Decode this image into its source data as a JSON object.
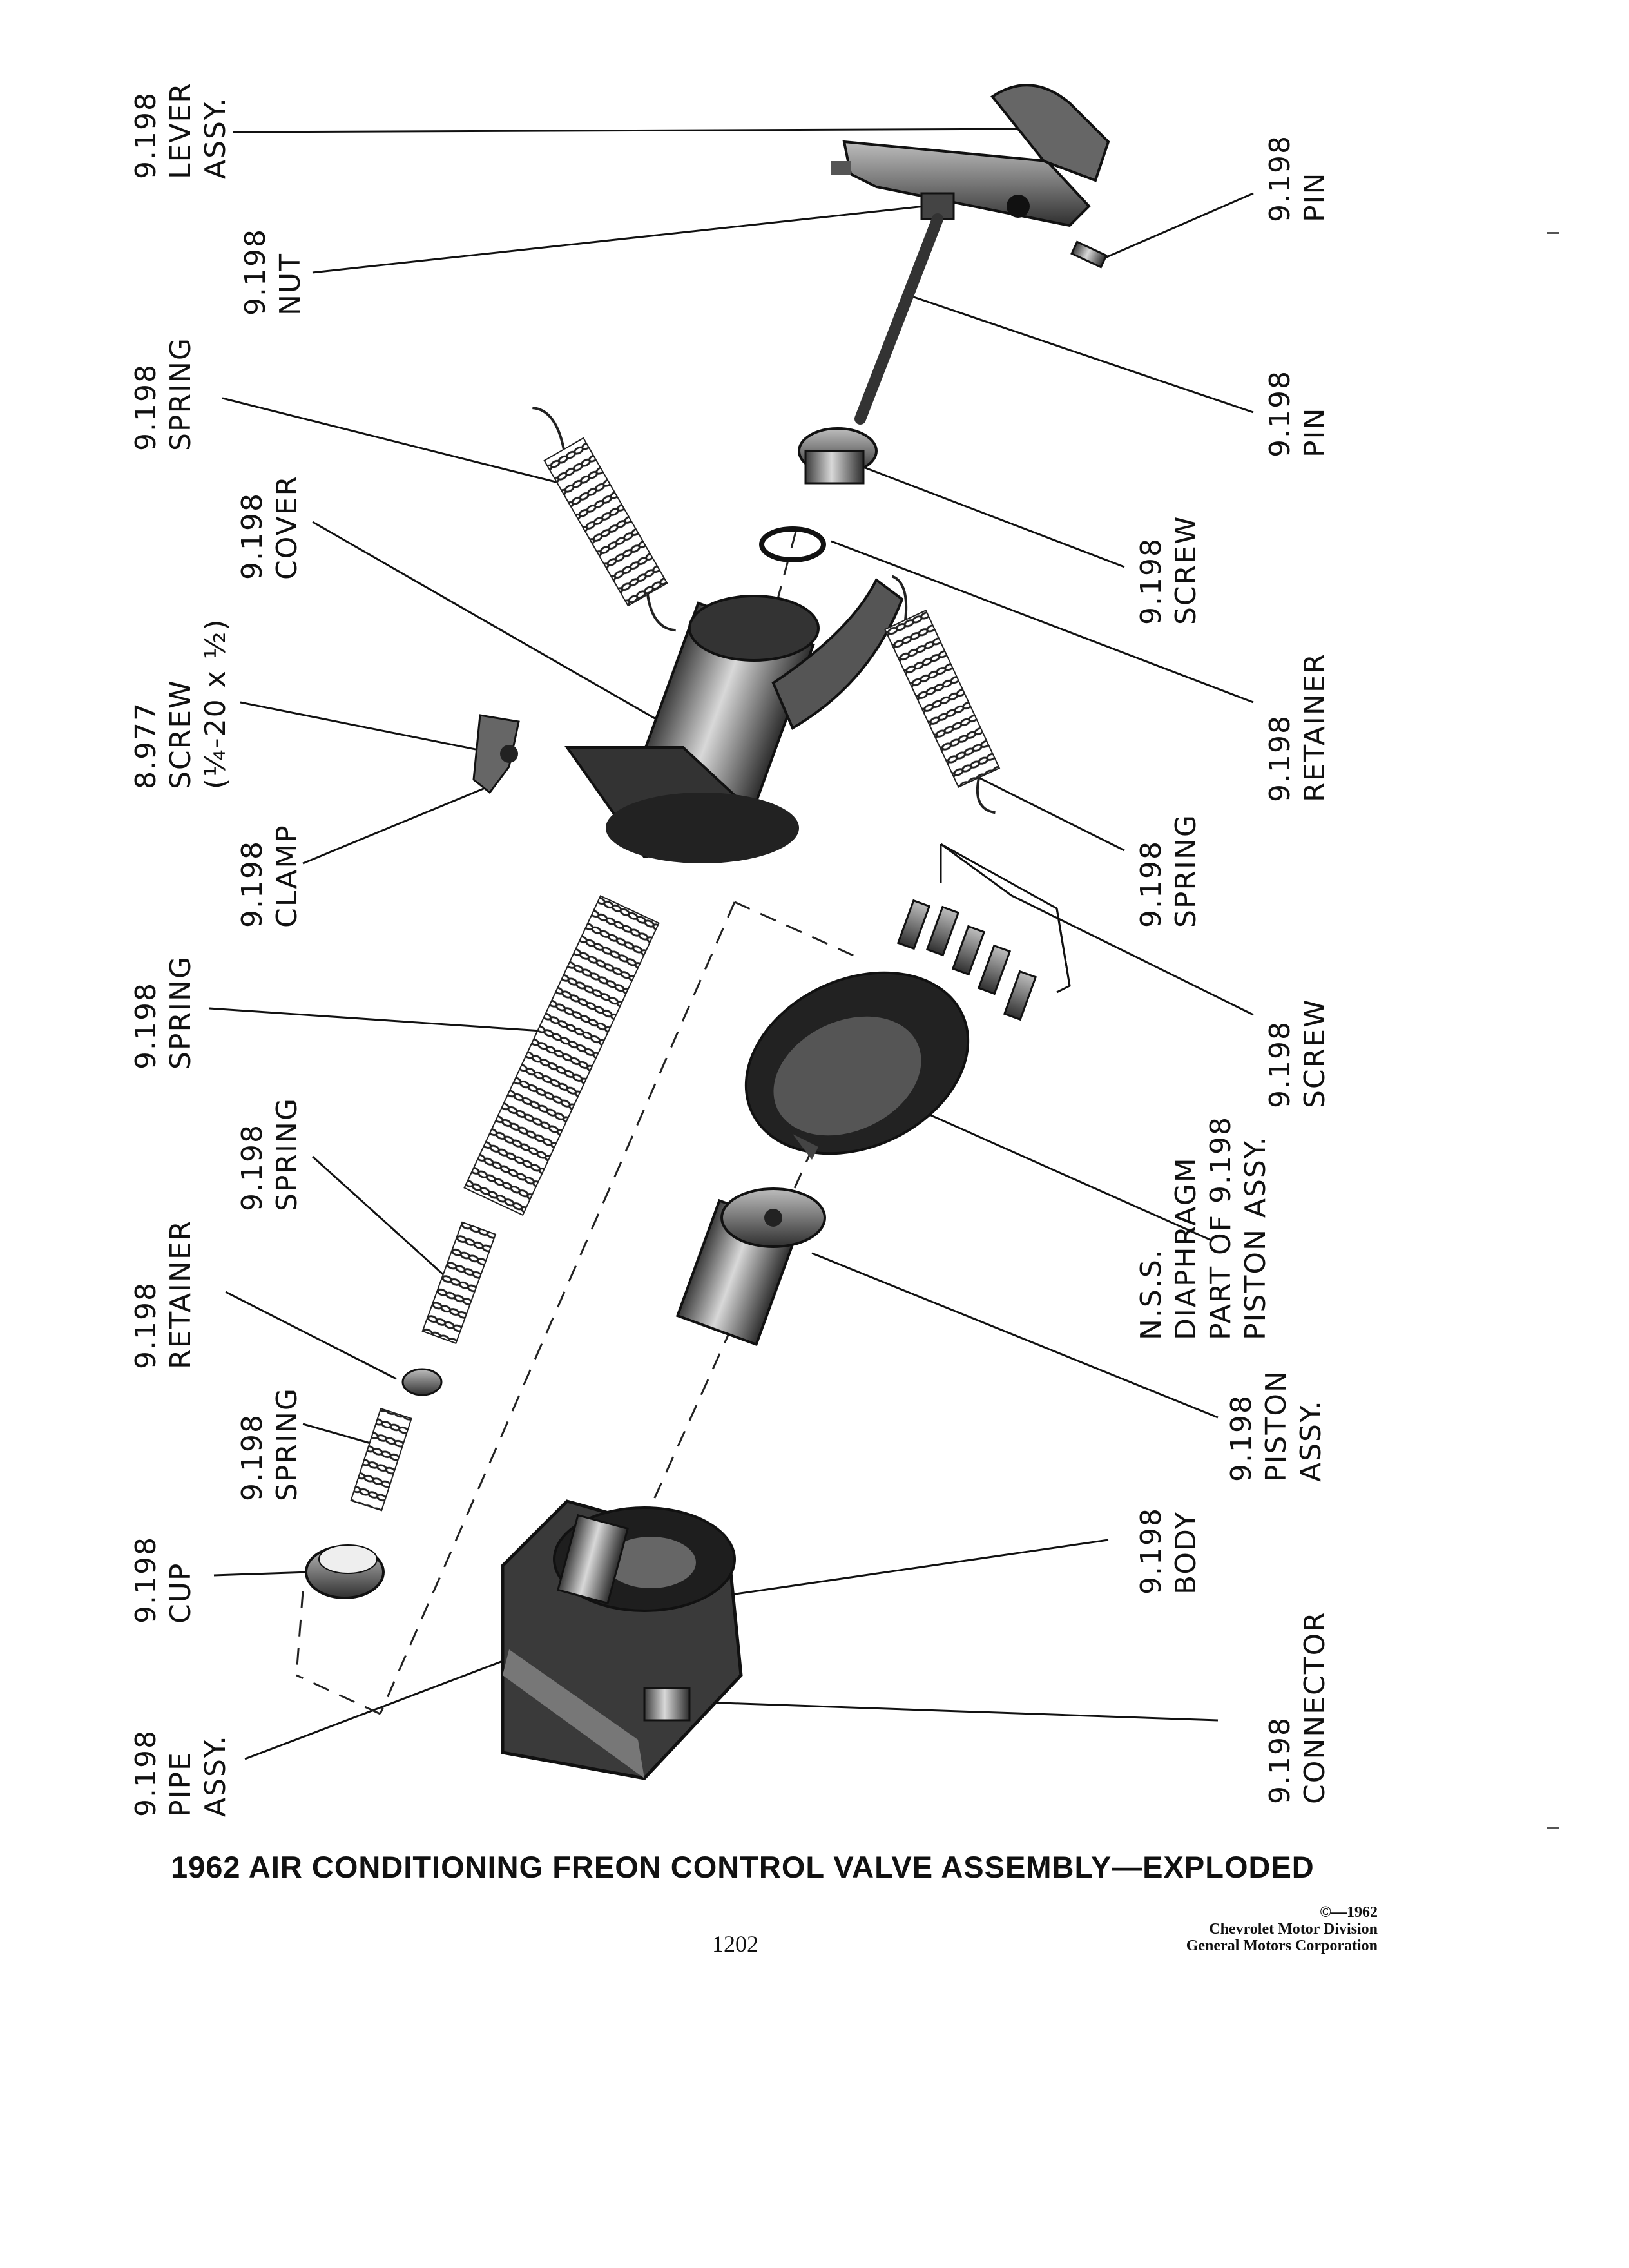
{
  "title": "1962 AIR CONDITIONING FREON CONTROL VALVE ASSEMBLY—EXPLODED",
  "page_number": "1202",
  "copyright": {
    "line1": "©—1962",
    "line2": "Chevrolet Motor Division",
    "line3": "General Motors Corporation"
  },
  "labels": {
    "lever_assy": "9.198\nLEVER\nASSY.",
    "nut": "9.198\nNUT",
    "spring_top_left": "9.198\nSPRING",
    "cover": "9.198\nCOVER",
    "screw_8977": "8.977\nSCREW\n(¼-20 x ½)",
    "clamp": "9.198\nCLAMP",
    "spring_large": "9.198\nSPRING",
    "spring_mid": "9.198\nSPRING",
    "retainer_left": "9.198\nRETAINER",
    "spring_small": "9.198\nSPRING",
    "cup": "9.198\nCUP",
    "pipe_assy": "9.198\nPIPE\nASSY.",
    "pin_top": "9.198\nPIN",
    "pin_rod": "9.198\nPIN",
    "screw_top_right": "9.198\nSCREW",
    "retainer_right": "9.198\nRETAINER",
    "spring_right": "9.198\nSPRING",
    "screw_group": "9.198\nSCREW",
    "diaphragm": "N.S.S.\nDIAPHRAGM\nPART OF 9.198\nPISTON ASSY.",
    "piston_assy": "9.198\nPISTON\nASSY.",
    "body": "9.198\nBODY",
    "connector": "9.198\nCONNECTOR"
  }
}
